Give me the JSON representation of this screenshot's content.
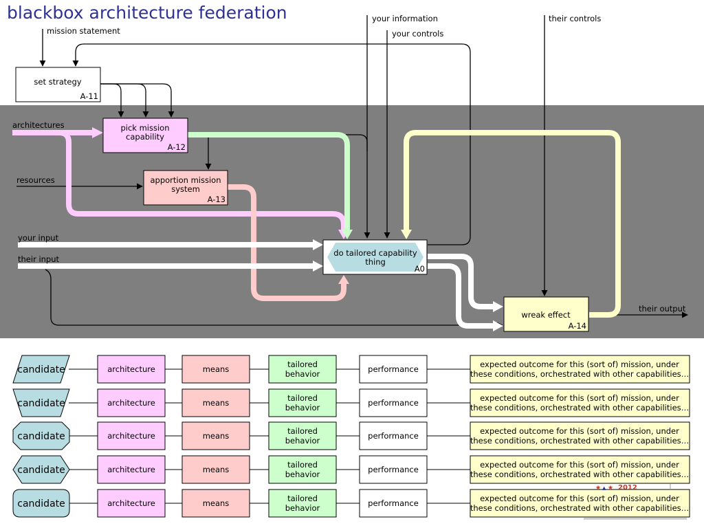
{
  "title": "blackbox architecture federation",
  "labels": {
    "mission_statement": "mission statement",
    "your_information": "your information",
    "your_controls": "your controls",
    "their_controls": "their controls",
    "architectures": "architectures",
    "resources": "resources",
    "your_input": "your input",
    "their_input": "their input",
    "their_output": "their output"
  },
  "boxes": {
    "a11": {
      "line1": "set strategy",
      "line2": "",
      "id": "A-11"
    },
    "a12": {
      "line1": "pick mission",
      "line2": "capability",
      "id": "A-12"
    },
    "a13": {
      "line1": "apportion mission",
      "line2": "system",
      "id": "A-13"
    },
    "a0": {
      "line1": "do tailored capability",
      "line2": "thing",
      "id": "A0"
    },
    "a14": {
      "line1": "wreak effect",
      "line2": "",
      "id": "A-14"
    }
  },
  "rows": [
    {
      "candidate": "candidate",
      "shape": "parallelogram",
      "architecture": "architecture",
      "means": "means",
      "behavior1": "tailored",
      "behavior2": "behavior",
      "performance": "performance",
      "outcome1": "expected outcome for this (sort of) mission, under",
      "outcome2": "these conditions, orchestrated with other capabilities…"
    },
    {
      "candidate": "candidate",
      "shape": "trapezoid",
      "architecture": "architecture",
      "means": "means",
      "behavior1": "tailored",
      "behavior2": "behavior",
      "performance": "performance",
      "outcome1": "expected outcome for this (sort of) mission, under",
      "outcome2": "these conditions, orchestrated with other capabilities…"
    },
    {
      "candidate": "candidate",
      "shape": "octagon",
      "architecture": "architecture",
      "means": "means",
      "behavior1": "tailored",
      "behavior2": "behavior",
      "performance": "performance",
      "outcome1": "expected outcome for this (sort of) mission, under",
      "outcome2": "these conditions, orchestrated with other capabilities…"
    },
    {
      "candidate": "candidate",
      "shape": "hexagon",
      "architecture": "architecture",
      "means": "means",
      "behavior1": "tailored",
      "behavior2": "behavior",
      "performance": "performance",
      "outcome1": "expected outcome for this (sort of) mission, under",
      "outcome2": "these conditions, orchestrated with other capabilities…"
    },
    {
      "candidate": "candidate",
      "shape": "rounded",
      "architecture": "architecture",
      "means": "means",
      "behavior1": "tailored",
      "behavior2": "behavior",
      "performance": "performance",
      "outcome1": "expected outcome for this (sort of) mission, under",
      "outcome2": "these conditions, orchestrated with other capabilities…"
    }
  ],
  "footer": {
    "year": "2012"
  },
  "colors": {
    "band": "#7f7f7f",
    "architecture": "#ffccff",
    "means": "#ffcccc",
    "behavior": "#ccffcc",
    "outcome": "#ffffcc",
    "candidate": "#b7dde3",
    "title": "#2e3192"
  }
}
